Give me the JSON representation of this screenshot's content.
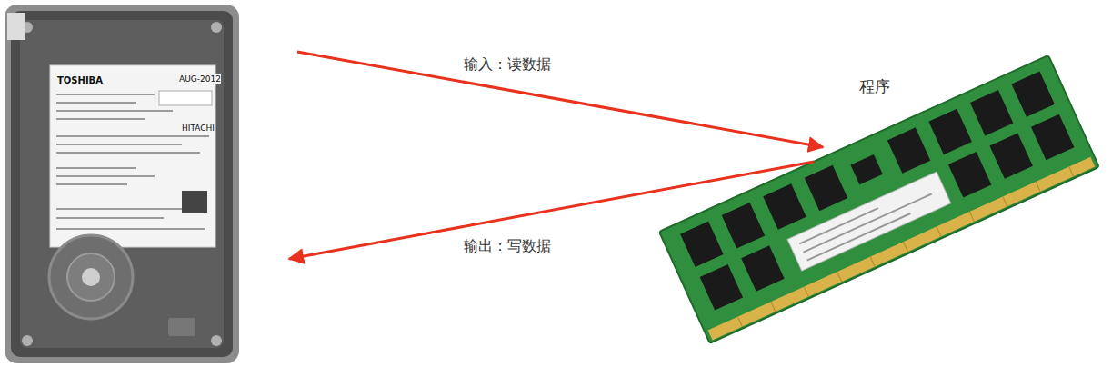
{
  "diagram": {
    "nodes": [
      {
        "text": [
          "TOSHIBA"
        ]
      },
      {
        "text": [
          "程序"
        ]
      }
    ],
    "edges": [
      {
        "from": 0,
        "to": 1,
        "arrow": "to",
        "label": "输入：读数据"
      },
      {
        "from": 1,
        "to": 0,
        "arrow": "to",
        "label": "输出：写数据"
      }
    ],
    "labels": [
      "AUG-2012",
      "HITACHI"
    ]
  }
}
